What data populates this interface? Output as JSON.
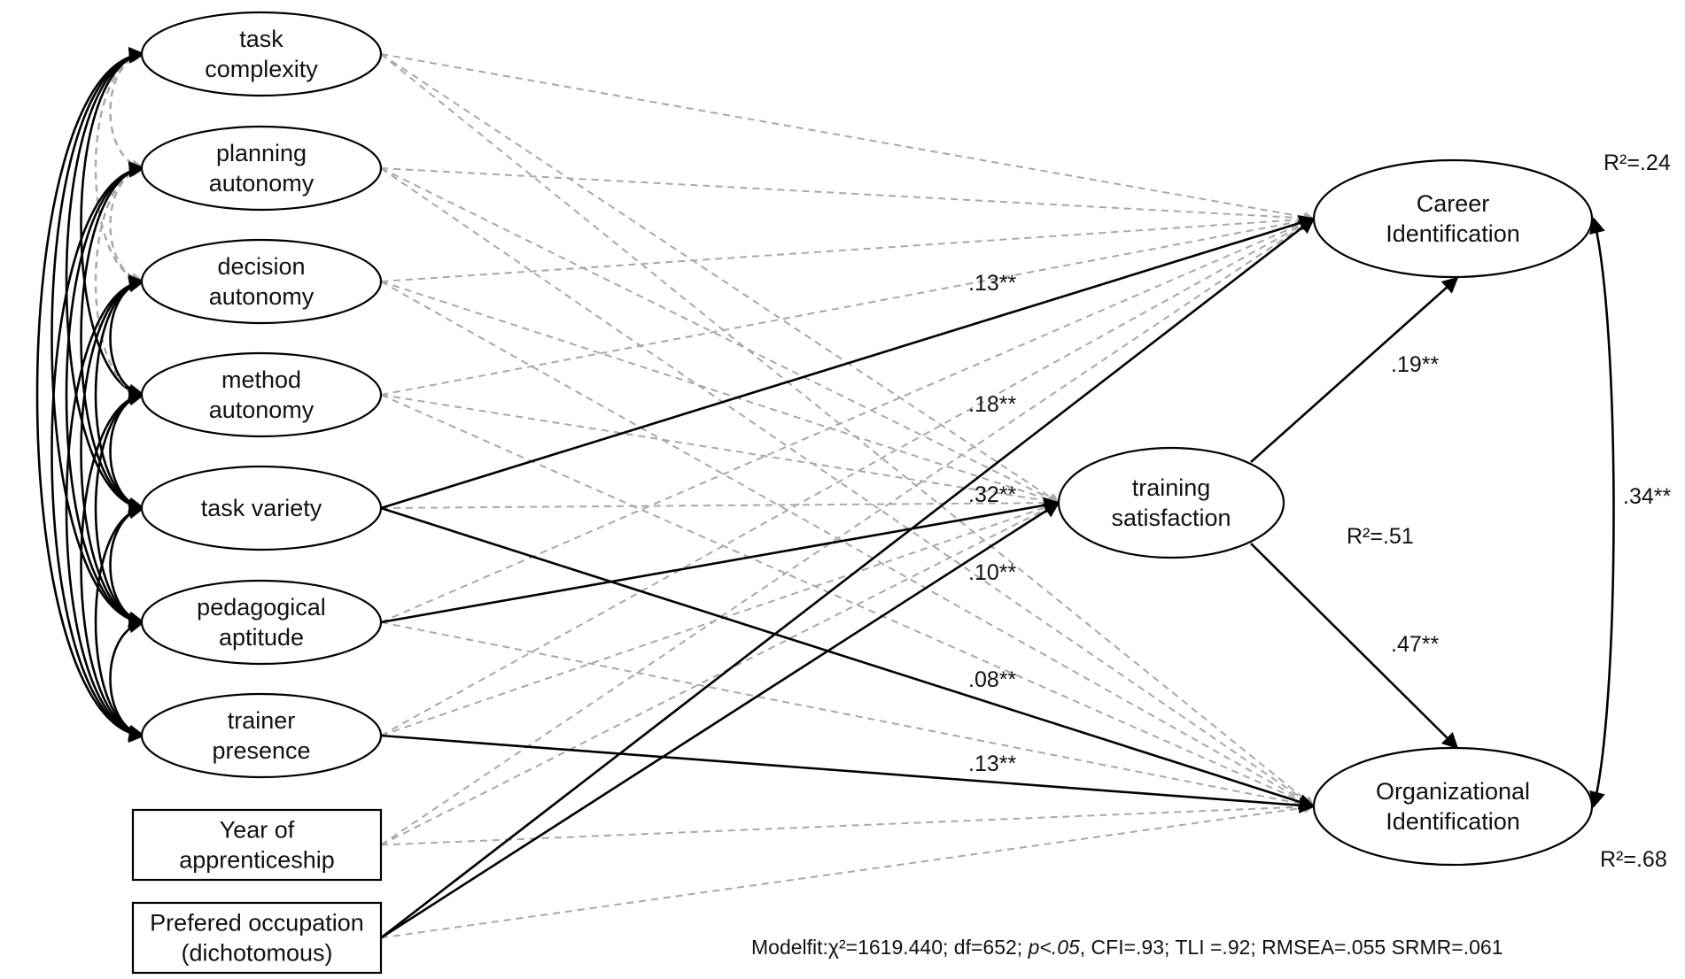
{
  "nodes": [
    {
      "id": "task_complexity",
      "lines": [
        "task",
        "complexity"
      ]
    },
    {
      "id": "planning_autonomy",
      "lines": [
        "planning",
        "autonomy"
      ]
    },
    {
      "id": "decision_autonomy",
      "lines": [
        "decision",
        "autonomy"
      ]
    },
    {
      "id": "method_autonomy",
      "lines": [
        "method",
        "autonomy"
      ]
    },
    {
      "id": "task_variety",
      "lines": [
        "task variety"
      ]
    },
    {
      "id": "pedagogical_aptitude",
      "lines": [
        "pedagogical",
        "aptitude"
      ]
    },
    {
      "id": "trainer_presence",
      "lines": [
        "trainer",
        "presence"
      ]
    },
    {
      "id": "year_of_apprenticeship",
      "lines": [
        "Year of",
        "apprenticeship"
      ]
    },
    {
      "id": "prefered_occupation",
      "lines": [
        "Prefered occupation",
        "(dichotomous)"
      ]
    },
    {
      "id": "training_satisfaction",
      "lines": [
        "training",
        "satisfaction"
      ]
    },
    {
      "id": "career_identification",
      "lines": [
        "Career",
        "Identification"
      ]
    },
    {
      "id": "organizational_identification",
      "lines": [
        "Organizational",
        "Identification"
      ]
    }
  ],
  "significant_paths": [
    {
      "from": "task_variety",
      "to": "career_identification",
      "label": ".13**"
    },
    {
      "from": "prefered_occupation",
      "to": "career_identification",
      "label": ".18**"
    },
    {
      "from": "pedagogical_aptitude",
      "to": "training_satisfaction",
      "label": ".32**"
    },
    {
      "from": "prefered_occupation",
      "to": "training_satisfaction",
      "label": ".10**"
    },
    {
      "from": "task_variety",
      "to": "organizational_identification",
      "label": ".08**"
    },
    {
      "from": "trainer_presence",
      "to": "organizational_identification",
      "label": ".13**"
    },
    {
      "from": "training_satisfaction",
      "to": "career_identification",
      "label": ".19**"
    },
    {
      "from": "training_satisfaction",
      "to": "organizational_identification",
      "label": ".47**"
    }
  ],
  "residual_covariance": {
    "between": [
      "career_identification",
      "organizational_identification"
    ],
    "label": ".34**"
  },
  "r_squared": {
    "career_identification": "R²=.24",
    "training_satisfaction": "R²=.51",
    "organizational_identification": "R²=.68"
  },
  "model_fit": {
    "prefix": "Modelfit:χ²=1619.440; df=652; ",
    "p_value": "p<.05",
    "suffix": ", CFI=.93; TLI =.92; RMSEA=.055 SRMR=.061"
  },
  "legend_styles": {
    "significant": "#000000",
    "nonsignificant": "#a8a8a8"
  }
}
